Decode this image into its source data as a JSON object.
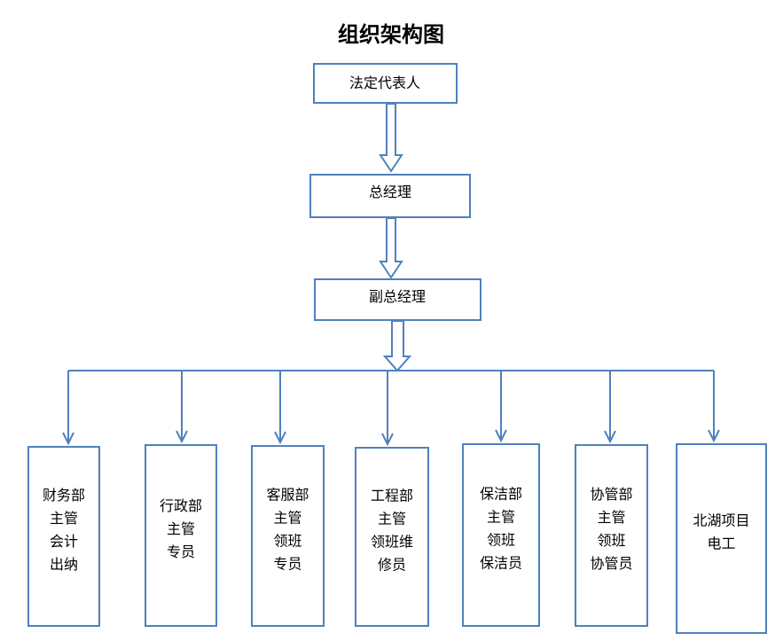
{
  "title": "组织架构图",
  "colors": {
    "stroke": "#4f81bd",
    "text": "#000000",
    "background": "#ffffff"
  },
  "top": {
    "legal_rep": "法定代表人",
    "gm": "总经理",
    "deputy_gm": "副总经理"
  },
  "departments": [
    {
      "lines": [
        "财务部",
        "主管",
        "会计",
        "出纳"
      ]
    },
    {
      "lines": [
        "行政部",
        "主管",
        "专员"
      ]
    },
    {
      "lines": [
        "客服部",
        "主管",
        "领班",
        "专员"
      ]
    },
    {
      "lines": [
        "工程部",
        "主管",
        "领班维",
        "修员"
      ]
    },
    {
      "lines": [
        "保洁部",
        "主管",
        "领班",
        "保洁员"
      ]
    },
    {
      "lines": [
        "协管部",
        "主管",
        "领班",
        "协管员"
      ]
    },
    {
      "lines": [
        "北湖项目",
        "电工"
      ]
    }
  ]
}
